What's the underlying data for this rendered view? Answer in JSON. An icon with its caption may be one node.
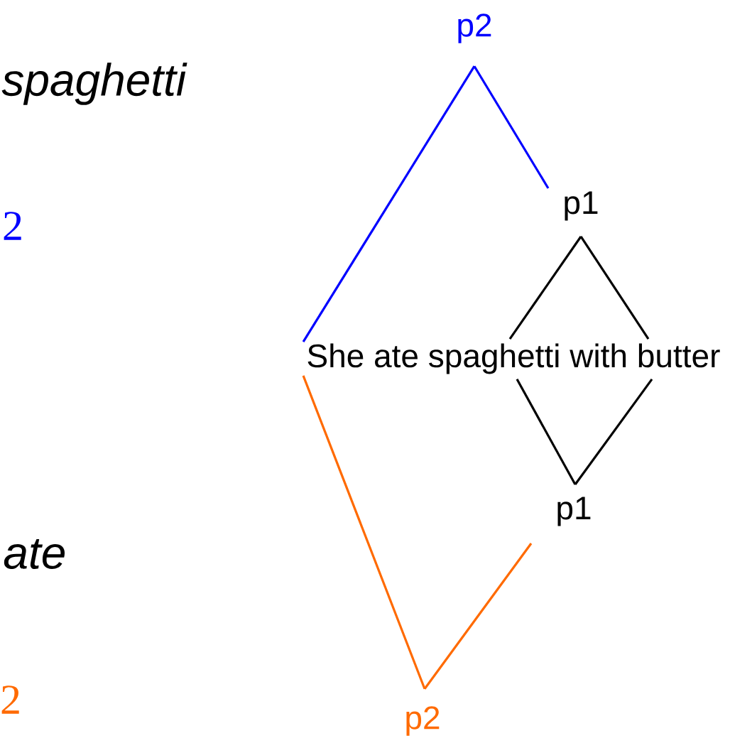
{
  "diagram": {
    "nodes": [
      {
        "text": [
          "p2"
        ]
      },
      {
        "text": [
          "p1"
        ]
      },
      {
        "text": [
          "She ate spaghetti with butter"
        ]
      },
      {
        "text": [
          "p1"
        ]
      },
      {
        "text": [
          "p2"
        ]
      }
    ],
    "edges": [
      {
        "from": 0,
        "to": 2,
        "arrow": "none",
        "color": "#0000ff"
      },
      {
        "from": 0,
        "to": 1,
        "arrow": "none",
        "color": "#0000ff"
      },
      {
        "from": 1,
        "to": 2,
        "arrow": "none"
      },
      {
        "from": 1,
        "to": 2,
        "arrow": "none"
      },
      {
        "from": 3,
        "to": 2,
        "arrow": "none"
      },
      {
        "from": 3,
        "to": 2,
        "arrow": "none"
      },
      {
        "from": 4,
        "to": 2,
        "arrow": "none",
        "color": "#ff6a00"
      },
      {
        "from": 4,
        "to": 3,
        "arrow": "none",
        "color": "#ff6a00"
      }
    ],
    "labels": [
      "spaghetti",
      "2",
      "ate",
      "2"
    ]
  }
}
